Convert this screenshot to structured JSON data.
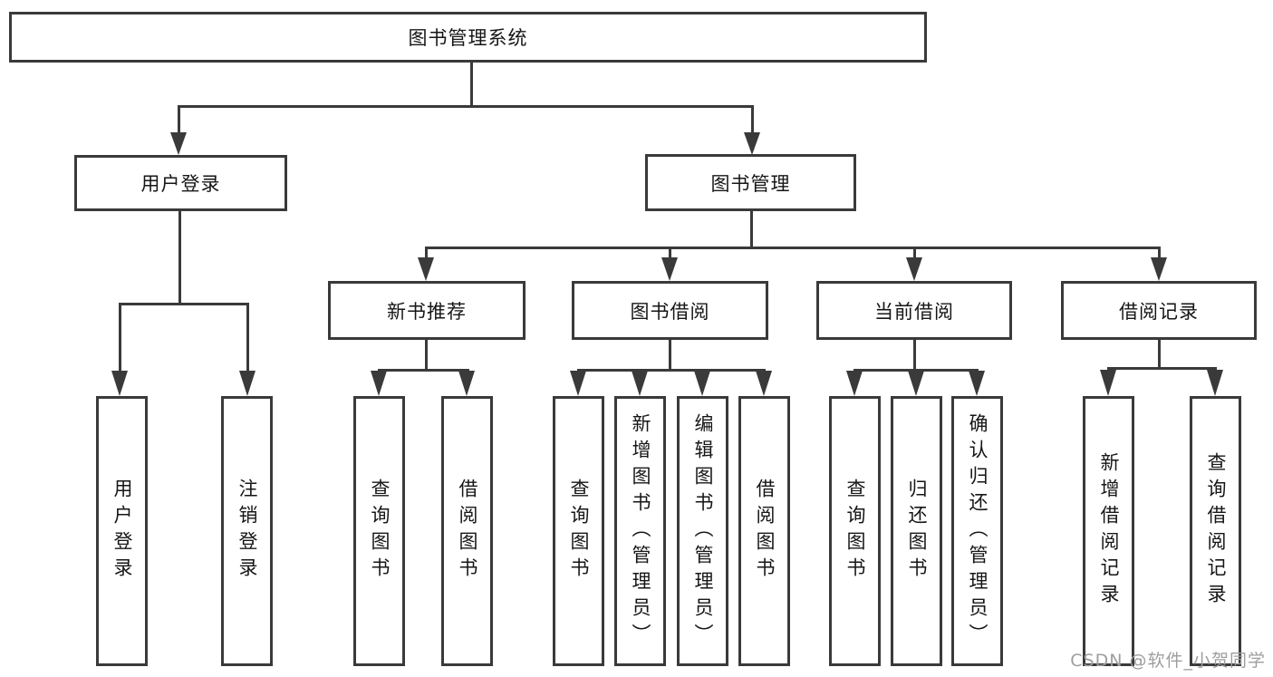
{
  "diagram_title": "图书管理系统",
  "tree": {
    "label": "图书管理系统",
    "children": [
      {
        "label": "用户登录",
        "children": [
          {
            "label": "用户登录"
          },
          {
            "label": "注销登录"
          }
        ]
      },
      {
        "label": "图书管理",
        "children": [
          {
            "label": "新书推荐",
            "children": [
              {
                "label": "查询图书"
              },
              {
                "label": "借阅图书"
              }
            ]
          },
          {
            "label": "图书借阅",
            "children": [
              {
                "label": "查询图书"
              },
              {
                "label": "新增图书（管理员）"
              },
              {
                "label": "编辑图书（管理员）"
              },
              {
                "label": "借阅图书"
              }
            ]
          },
          {
            "label": "当前借阅",
            "children": [
              {
                "label": "查询图书"
              },
              {
                "label": "归还图书"
              },
              {
                "label": "确认归还（管理员）"
              }
            ]
          },
          {
            "label": "借阅记录",
            "children": [
              {
                "label": "新增借阅记录"
              },
              {
                "label": "查询借阅记录"
              }
            ]
          }
        ]
      }
    ]
  },
  "watermark": "CSDN @软件_小贺同学",
  "colors": {
    "line": "#3a3a3a",
    "text": "#161616",
    "background": "#ffffff",
    "watermark": "#9e9e9e"
  }
}
